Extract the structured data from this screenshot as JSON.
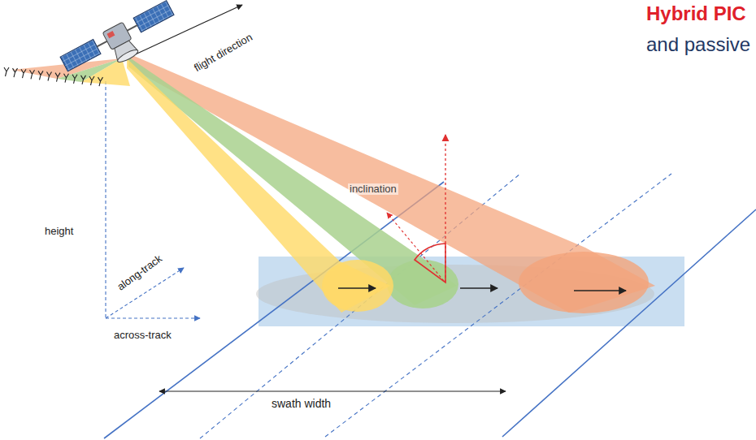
{
  "diagram": {
    "labels": [
      "Hybrid PIC",
      "and passive",
      "flight direction",
      "inclination",
      "height",
      "along-track",
      "across-track",
      "swath width"
    ]
  }
}
